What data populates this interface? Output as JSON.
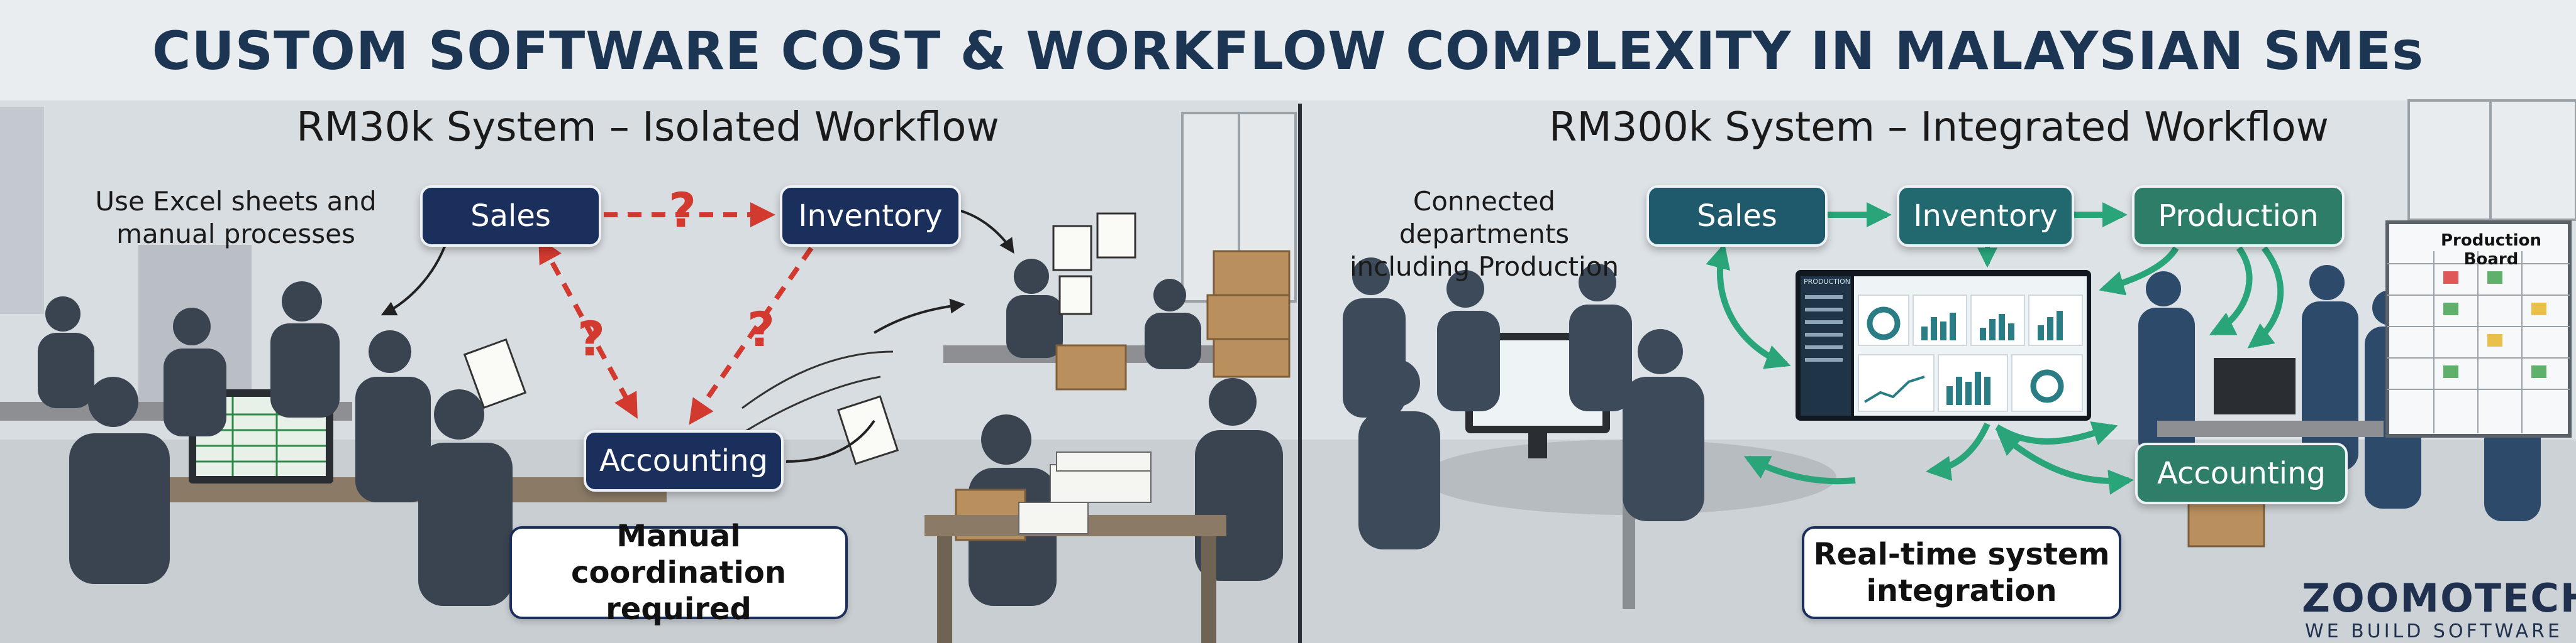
{
  "title": "CUSTOM SOFTWARE COST & WORKFLOW COMPLEXITY IN MALAYSIAN SMEs",
  "left_panel": {
    "title": "RM30k System – Isolated Workflow",
    "note": [
      "Use Excel sheets and",
      "manual processes"
    ],
    "nodes": {
      "sales": "Sales",
      "inventory": "Inventory",
      "accounting": "Accounting"
    },
    "question_mark": "?",
    "callout": [
      "Manual coordination",
      "required"
    ]
  },
  "right_panel": {
    "title": "RM300k System – Integrated Workflow",
    "note": [
      "Connected departments",
      "including Production"
    ],
    "nodes": {
      "sales": "Sales",
      "inventory": "Inventory",
      "production": "Production",
      "accounting": "Accounting"
    },
    "callout": [
      "Real-time system",
      "integration"
    ],
    "dashboard_header": "PRODUCTION",
    "board_title": "Production Board"
  },
  "brand": {
    "name": "ZOOMOTECH",
    "tagline": "WE BUILD SOFTWARE"
  },
  "colors": {
    "title": "#1c3553",
    "left_node": "#1b2f5c",
    "left_arrow_dashed": "#d23a30",
    "right_arrow": "#2aa57a",
    "right_node": "#1e5a6c",
    "background": "#dfe4e8"
  },
  "icons": [
    "question-mark-icon",
    "arrow-icon",
    "dashboard-screen-icon",
    "spreadsheet-icon"
  ]
}
